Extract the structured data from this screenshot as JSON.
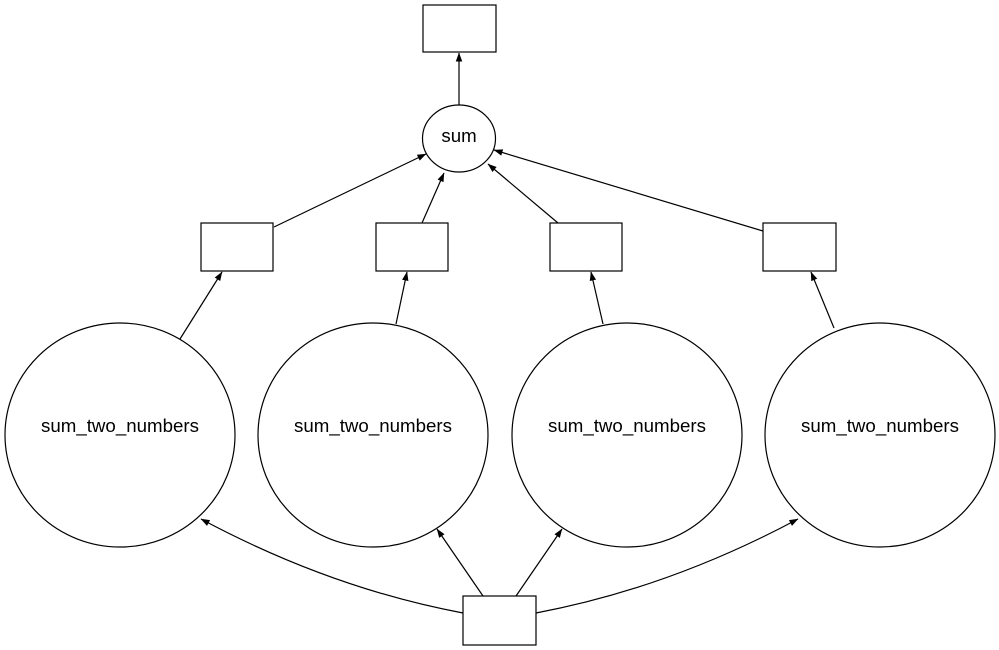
{
  "diagram": {
    "type": "task-graph",
    "background_color": "#ffffff",
    "node_stroke_color": "#000000",
    "edge_color": "#000000",
    "text_color": "#000000",
    "function_nodes": {
      "sum": {
        "shape": "ellipse",
        "label": "sum"
      },
      "task1": {
        "shape": "ellipse",
        "label": "sum_two_numbers"
      },
      "task2": {
        "shape": "ellipse",
        "label": "sum_two_numbers"
      },
      "task3": {
        "shape": "ellipse",
        "label": "sum_two_numbers"
      },
      "task4": {
        "shape": "ellipse",
        "label": "sum_two_numbers"
      }
    },
    "data_nodes": {
      "result": {
        "shape": "rectangle",
        "label": ""
      },
      "partial1": {
        "shape": "rectangle",
        "label": ""
      },
      "partial2": {
        "shape": "rectangle",
        "label": ""
      },
      "partial3": {
        "shape": "rectangle",
        "label": ""
      },
      "partial4": {
        "shape": "rectangle",
        "label": ""
      },
      "input": {
        "shape": "rectangle",
        "label": ""
      }
    },
    "edges": [
      {
        "from": "input",
        "to": "task1"
      },
      {
        "from": "input",
        "to": "task2"
      },
      {
        "from": "input",
        "to": "task3"
      },
      {
        "from": "input",
        "to": "task4"
      },
      {
        "from": "task1",
        "to": "partial1"
      },
      {
        "from": "task2",
        "to": "partial2"
      },
      {
        "from": "task3",
        "to": "partial3"
      },
      {
        "from": "task4",
        "to": "partial4"
      },
      {
        "from": "partial1",
        "to": "sum"
      },
      {
        "from": "partial2",
        "to": "sum"
      },
      {
        "from": "partial3",
        "to": "sum"
      },
      {
        "from": "partial4",
        "to": "sum"
      },
      {
        "from": "sum",
        "to": "result"
      }
    ]
  }
}
